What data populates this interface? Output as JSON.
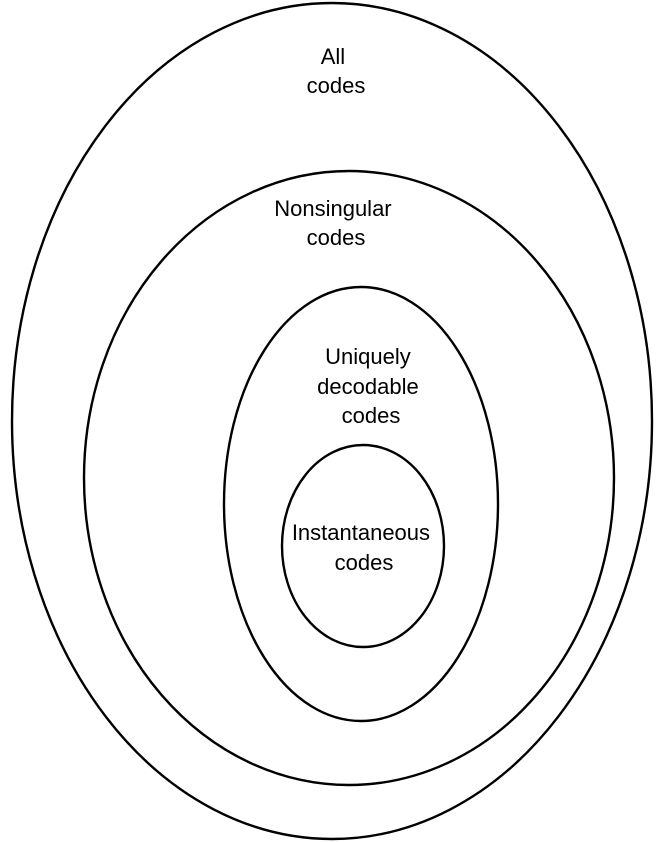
{
  "diagram": {
    "sets": [
      {
        "id": "all",
        "lines": [
          "All",
          "codes"
        ]
      },
      {
        "id": "nonsingular",
        "lines": [
          "Nonsingular",
          "codes"
        ]
      },
      {
        "id": "uniquely-decodable",
        "lines": [
          "Uniquely",
          "decodable",
          "codes"
        ]
      },
      {
        "id": "instantaneous",
        "lines": [
          "Instantaneous",
          "codes"
        ]
      }
    ],
    "colors": {
      "stroke": "#000000",
      "background": "#ffffff",
      "text": "#000000"
    }
  }
}
